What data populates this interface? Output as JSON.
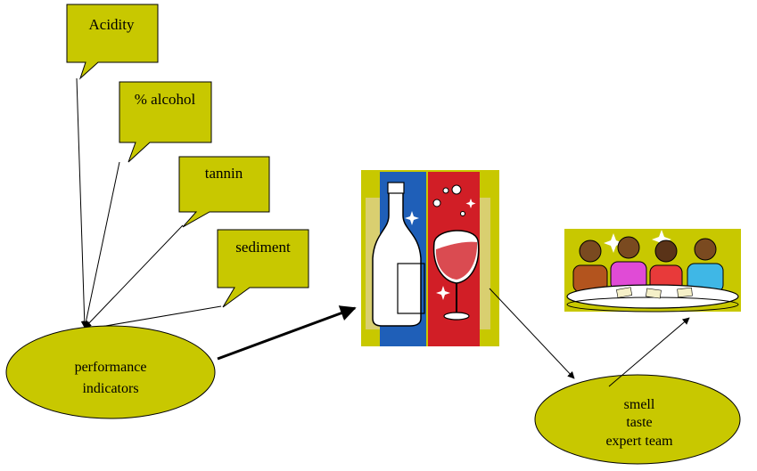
{
  "callouts": [
    {
      "id": "acidity",
      "label": "Acidity"
    },
    {
      "id": "alcohol",
      "label": "% alcohol"
    },
    {
      "id": "tannin",
      "label": "tannin"
    },
    {
      "id": "sediment",
      "label": "sediment"
    }
  ],
  "performance": {
    "line1": "performance",
    "line2": "indicators"
  },
  "expert": {
    "line1": "smell",
    "line2": "taste",
    "line3": "expert team"
  },
  "colors": {
    "node_fill": "#c8c800",
    "stroke": "#000000",
    "wine_blue": "#1f5fb8",
    "wine_red": "#d11e26",
    "wine_khaki": "#d9cf70",
    "table": "#ffffff"
  },
  "icons": [
    "wine-bottle-glass-image",
    "expert-tasting-team-image"
  ]
}
